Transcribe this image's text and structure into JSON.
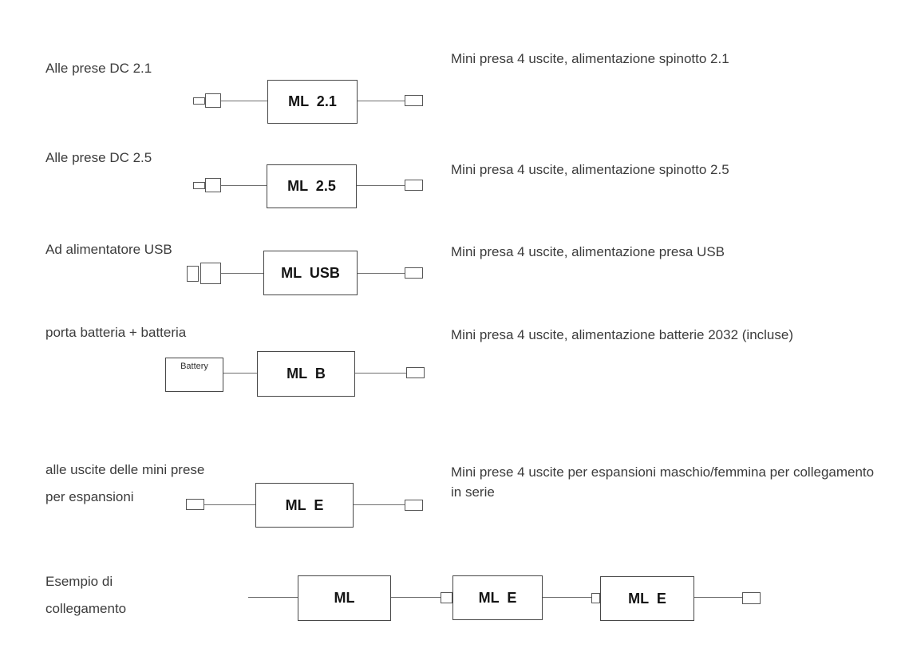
{
  "colors": {
    "text": "#3c3c3c",
    "box_border": "#474747",
    "wire": "#6f6f6f",
    "box_text": "#141414",
    "background": "#ffffff"
  },
  "rows": [
    {
      "label": "Alle prese DC 2.1",
      "box": "ML  2.1",
      "desc": "Mini presa 4 uscite, alimentazione spinotto 2.1"
    },
    {
      "label": "Alle prese DC 2.5",
      "box": "ML  2.5",
      "desc": "Mini presa 4 uscite, alimentazione spinotto 2.5"
    },
    {
      "label": "Ad alimentatore USB",
      "box": "ML  USB",
      "desc": "Mini presa 4 uscite, alimentazione presa USB"
    },
    {
      "label": "porta batteria + batteria",
      "battery": "Battery",
      "box": "ML  B",
      "desc": "Mini presa 4 uscite, alimentazione batterie 2032 (incluse)"
    },
    {
      "label": "alle uscite delle mini prese",
      "label2": "per espansioni",
      "box": "ML  E",
      "desc": "Mini prese 4 uscite per espansioni maschio/femmina per collegamento in serie"
    },
    {
      "label": "Esempio di",
      "label2": "collegamento",
      "boxes": [
        "ML",
        "ML  E",
        "ML  E"
      ]
    }
  ]
}
